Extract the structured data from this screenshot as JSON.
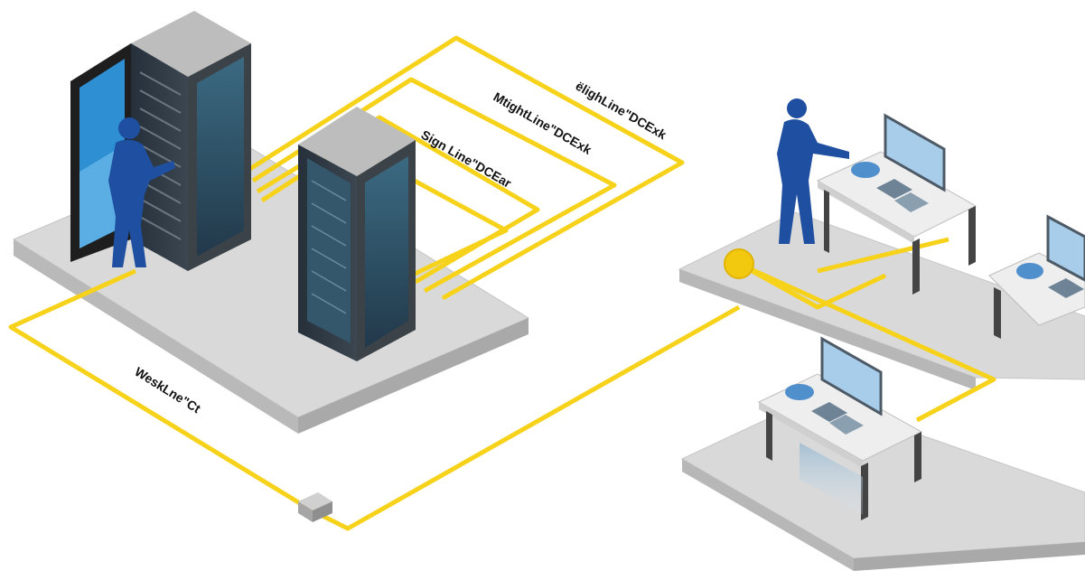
{
  "labels": {
    "cable_1": "ëlighLine\"DCExk",
    "cable_2": "MtightLine\"DCExk",
    "cable_3": "Sign Line\"DCEar",
    "cable_4": "WeskLne\"Ct"
  },
  "colors": {
    "cable": "#f7d21a",
    "floor_top": "#d9d9d9",
    "floor_side": "#b5b5b5",
    "rack_dark": "#2e3338",
    "rack_panel": "#34576c",
    "rack_top": "#bdbdbd",
    "person": "#1f4fa0",
    "monitor": "#a8cdea",
    "desk": "#ececec",
    "glass_door": "#2f8fd3"
  },
  "icons": {
    "server_rack": "server-rack-icon",
    "person": "person-icon",
    "workstation": "workstation-icon",
    "connector": "connector-box-icon",
    "junction": "junction-node-icon"
  }
}
